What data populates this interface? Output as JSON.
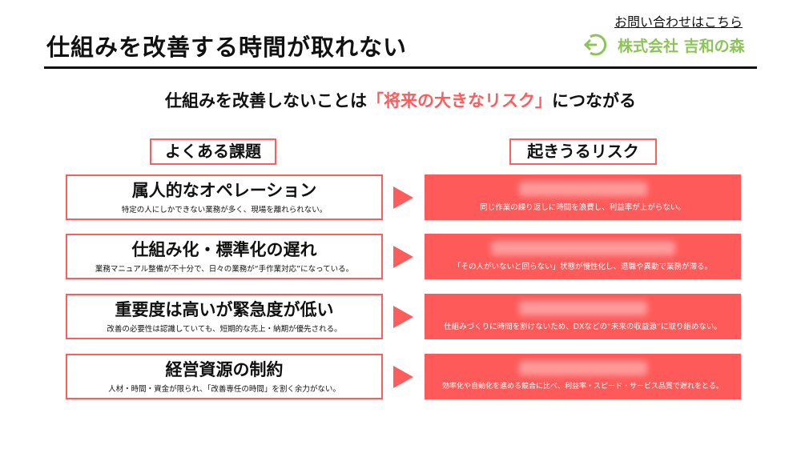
{
  "header": {
    "title": "仕組みを改善する時間が取れない",
    "contact_link": "お問い合わせはこちら",
    "company": "株式会社 吉和の森"
  },
  "subtitle": {
    "before": "仕組みを改善しないことは",
    "highlight": "「将来の大きなリスク」",
    "after": "につながる"
  },
  "labels": {
    "issues": "よくある課題",
    "risks": "起きうるリスク"
  },
  "issues": [
    {
      "title": "属人的なオペレーション",
      "desc": "特定の人にしかできない業務が多く、現場を離れられない。"
    },
    {
      "title": "仕組み化・標準化の遅れ",
      "desc": "業務マニュアル整備が不十分で、日々の業務が“手作業対応”になっている。"
    },
    {
      "title": "重要度は高いが緊急度が低い",
      "desc": "改善の必要性は認識していても、短期的な売上・納期が優先される。"
    },
    {
      "title": "経営資源の制約",
      "desc": "人材・時間・資金が限られ、「改善専任の時間」を割く余力がない。"
    }
  ],
  "risks": [
    {
      "desc": "同じ作業の繰り返しに時間を浪費し、利益率が上がらない。"
    },
    {
      "desc": "「その人がいないと回らない」状態が慢性化し、退職や異動で業務が滞る。"
    },
    {
      "desc": "仕組みづくりに時間を割けないため、DXなどの“未来の収益源”に取り組めない。"
    },
    {
      "desc": "効率化や自動化を進める競合に比べ、利益率・スピード・サービス品質で遅れをとる。"
    }
  ],
  "colors": {
    "accent": "#ff5c5c",
    "logo": "#8cc45a"
  }
}
